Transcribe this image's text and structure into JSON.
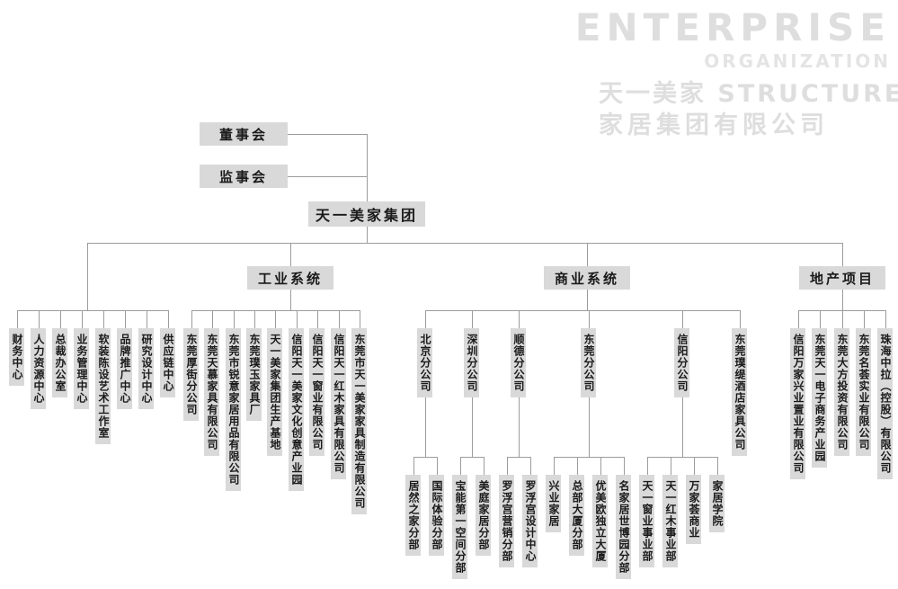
{
  "watermark": {
    "line1": "ENTERPRISE",
    "line2": "ORGANIZATION",
    "line3": "天一美家  STRUCTURE",
    "line4": "家居集团有限公司"
  },
  "top_nodes": {
    "board": "董事会",
    "supervisory_board": "监事会",
    "group": "天一美家集团"
  },
  "systems": {
    "industrial": "工业系统",
    "commercial": "商业系统",
    "real_estate": "地产项目"
  },
  "headquarters_departments": [
    "财务中心",
    "人力资源中心",
    "总裁办公室",
    "业务管理中心",
    "软装陈设艺术工作室",
    "品牌推广中心",
    "研究设计中心",
    "供应链中心"
  ],
  "industrial_units": [
    "东莞厚街分公司",
    "东莞天慕家具有限公司",
    "东莞市锐意家居用品有限公司",
    "东莞璞玉家具厂",
    "天一美家集团生产基地",
    "信阳天一美家文化创意产业园",
    "信阳天一窗业有限公司",
    "信阳天一红木家具有限公司",
    "东莞市天一美家家具制造有限公司"
  ],
  "commercial_branches": [
    {
      "label": "北京分公司",
      "subs": [
        "居然之家分部",
        "国际体验分部"
      ]
    },
    {
      "label": "深圳分公司",
      "subs": [
        "宝能第一空间分部",
        "美庭家居分部"
      ]
    },
    {
      "label": "顺德分公司",
      "subs": [
        "罗浮宫营销分部",
        "罗浮宫设计中心"
      ]
    },
    {
      "label": "东莞分公司",
      "subs": [
        "兴业家居",
        "总部大厦分部",
        "优美欧独立大厦",
        "名家居世博园分部"
      ]
    },
    {
      "label": "信阳分公司",
      "subs": [
        "天一窗业事业部",
        "天一红木事业部",
        "万家荟商业",
        "家居学院"
      ]
    },
    {
      "label": "东莞璞缇酒店家具公司",
      "subs": []
    }
  ],
  "real_estate_units": [
    "信阳万家兴业置业有限公司",
    "东莞天一电子商务产业园",
    "东莞大方投资有限公司",
    "东莞名荟实业有限公司",
    "珠海中拉（控股）有限公司"
  ],
  "colors": {
    "box_fill": "#d9d9d9",
    "line": "#9c9c9c",
    "text": "#1a1a1a",
    "watermark": "#dedede"
  }
}
